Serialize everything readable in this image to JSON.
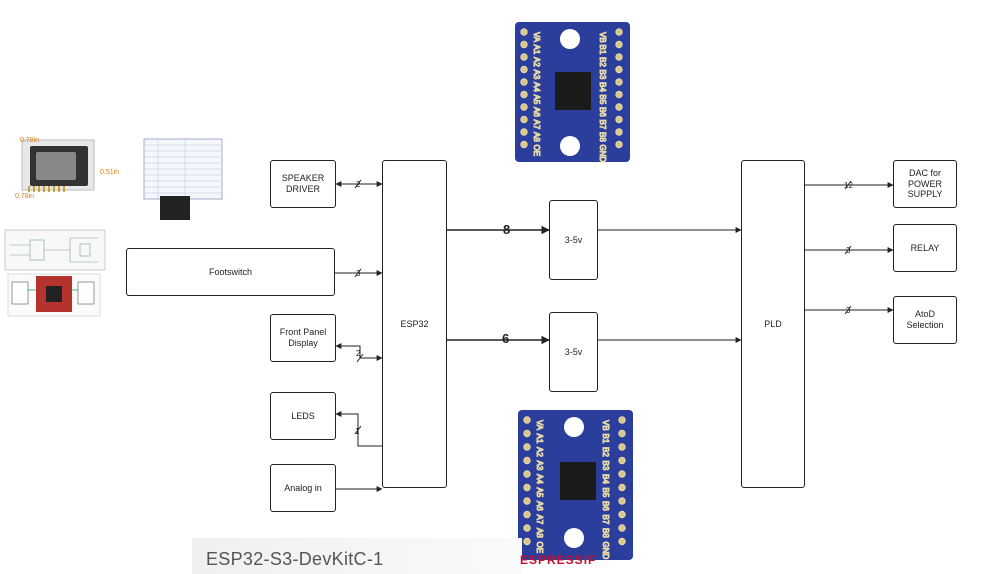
{
  "blocks": {
    "speaker_driver": "SPEAKER\nDRIVER",
    "footswitch": "Footswitch",
    "front_panel_display": "Front Panel\nDisplay",
    "leds": "LEDS",
    "analog_in": "Analog in",
    "esp32": "ESP32",
    "level_shifter_top": "3-5v",
    "level_shifter_bottom": "3-5v",
    "pld": "PLD",
    "dac": "DAC for\nPOWER\nSUPPLY",
    "relay": "RELAY",
    "atod": "AtoD\nSelection"
  },
  "bus_widths": {
    "speaker": "2",
    "footswitch": "3",
    "front_panel": "2",
    "leds": "1",
    "esp_to_top_shifter": "8",
    "esp_to_bottom_shifter": "6",
    "pld_to_dac": "12",
    "pld_to_relay": "3",
    "pld_to_atod": "3"
  },
  "module_top": {
    "pins_left": [
      "VA",
      "A1",
      "A2",
      "A3",
      "A4",
      "A5",
      "A6",
      "A7",
      "A8",
      "OE"
    ],
    "pins_right": [
      "VB",
      "B1",
      "B2",
      "B3",
      "B4",
      "B5",
      "B6",
      "B7",
      "B8",
      "GND"
    ]
  },
  "module_bottom": {
    "pins_left": [
      "VA",
      "A1",
      "A2",
      "A3",
      "A4",
      "A5",
      "A6",
      "A7",
      "A8",
      "OE"
    ],
    "pins_right": [
      "VB",
      "B1",
      "B2",
      "B3",
      "B4",
      "B5",
      "B6",
      "B7",
      "B8",
      "GND"
    ]
  },
  "mp3_module": {
    "dim_width": "0.78in",
    "dim_height": "0.51in",
    "dim_depth": "0.78in"
  },
  "caption": "ESP32-S3-DevKitC-1",
  "brand": "ESPRESSIF"
}
